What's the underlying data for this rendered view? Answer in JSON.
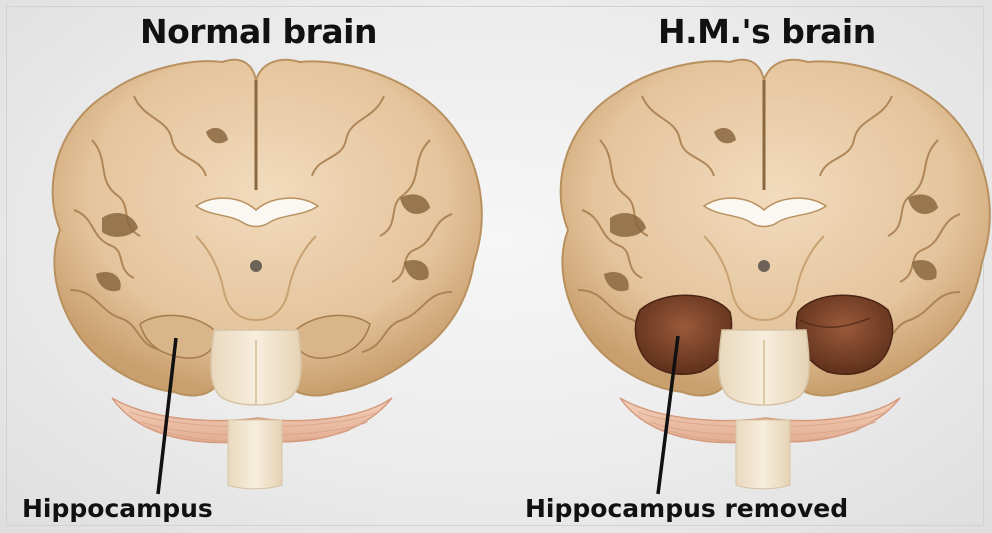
{
  "figure": {
    "left_panel": {
      "title": "Normal brain",
      "label": "Hippocampus"
    },
    "right_panel": {
      "title": "H.M.'s brain",
      "label": "Hippocampus removed"
    }
  },
  "colors": {
    "cortex": "#d7b48a",
    "cortex_edge": "#b8915f",
    "white_matter": "#f0d8b8",
    "sulcus": "#8a6840",
    "brainstem": "#efe2ca",
    "cerebellum": "#eec3a8",
    "removed_region": "#6e3a22",
    "pointer_line": "#111111",
    "text": "#111111"
  }
}
